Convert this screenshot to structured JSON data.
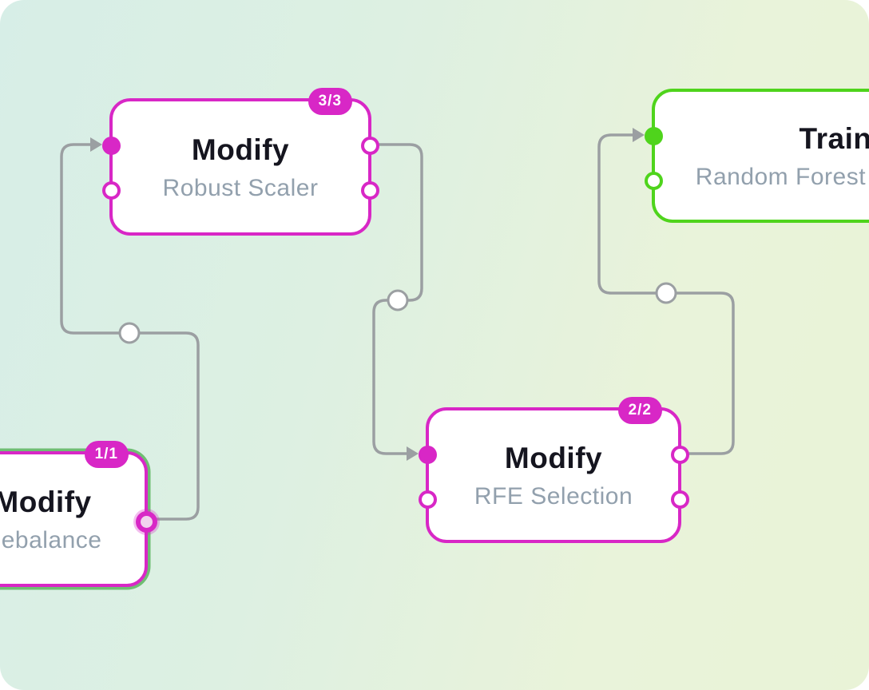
{
  "colors": {
    "magenta": "#d827c6",
    "green": "#4fd41c",
    "selection-green": "#6fbe73",
    "edge-gray": "#9b9fa2",
    "title-color": "#15151f",
    "subtitle-color": "#92a0ad",
    "bg-mint": "#d7eee7",
    "bg-lime": "#e9f3d7",
    "badge-text": "#ffffff",
    "node-bg": "#ffffff"
  },
  "nodes": [
    {
      "title": "Modify",
      "subtitle": "Robust Scaler",
      "badge": "3/3",
      "type": "modify"
    },
    {
      "title": "Train",
      "subtitle": "Random Forest Classifier",
      "type": "train"
    },
    {
      "title": "Modify",
      "subtitle": "Rebalance",
      "badge": "1/1",
      "type": "modify",
      "selected": true
    },
    {
      "title": "Modify",
      "subtitle": "RFE Selection",
      "badge": "2/2",
      "type": "modify"
    }
  ]
}
